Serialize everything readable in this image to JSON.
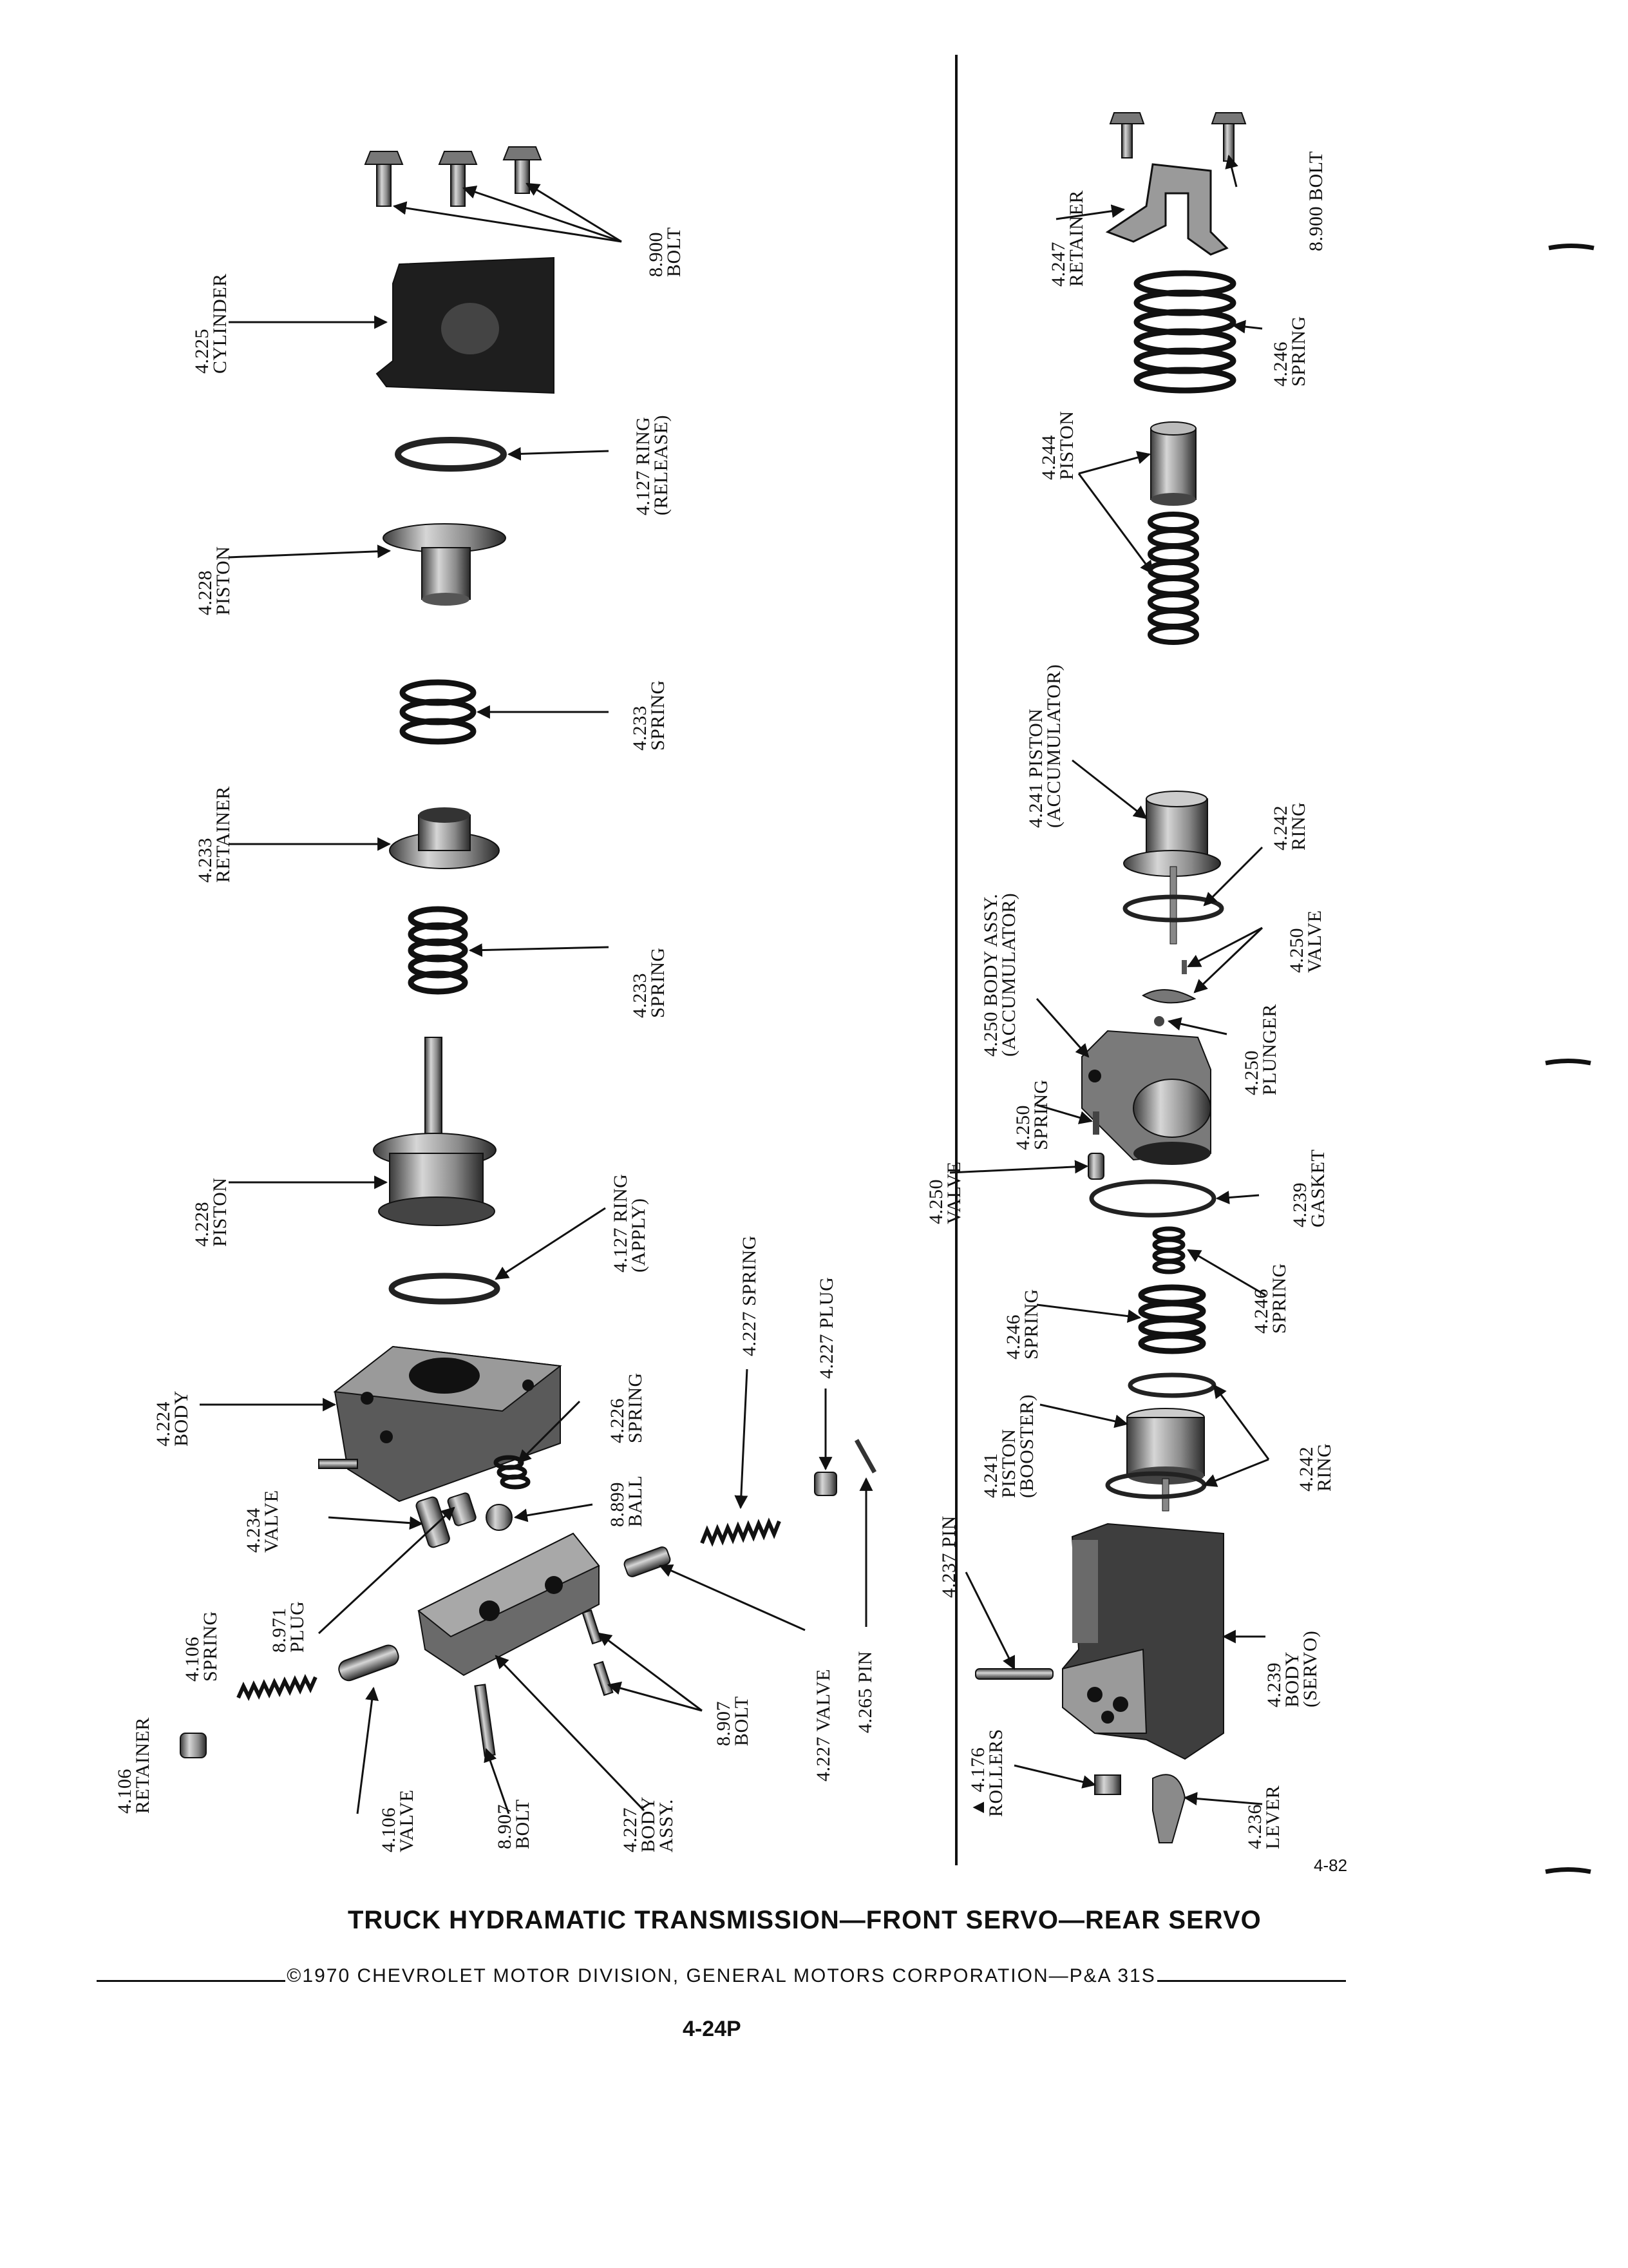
{
  "labels": {
    "bolt_8900_left": [
      "8.900",
      "BOLT"
    ],
    "cylinder_4225": [
      "4.225",
      "CYLINDER"
    ],
    "ring_4127_release": [
      "4.127 RING",
      "(RELEASE)"
    ],
    "piston_4228_top": [
      "4.228",
      "PISTON"
    ],
    "spring_4233_a": [
      "4.233",
      "SPRING"
    ],
    "retainer_4233": [
      "4.233",
      "RETAINER"
    ],
    "spring_4233_b": [
      "4.233",
      "SPRING"
    ],
    "piston_4228_bottom": [
      "4.228",
      "PISTON"
    ],
    "ring_4127_apply": [
      "4.127 RING",
      "(APPLY)"
    ],
    "body_4224": [
      "4.224",
      "BODY"
    ],
    "spring_4226": [
      "4.226",
      "SPRING"
    ],
    "ball_8899": [
      "8.899",
      "BALL"
    ],
    "valve_4234": [
      "4.234",
      "VALVE"
    ],
    "plug_8971": [
      "8.971",
      "PLUG"
    ],
    "spring_4227": [
      "4.227 SPRING"
    ],
    "plug_4227": [
      "4.227 PLUG"
    ],
    "spring_4106": [
      "4.106",
      "SPRING"
    ],
    "retainer_4106": [
      "4.106",
      "RETAINER"
    ],
    "valve_4106": [
      "4.106",
      "VALVE"
    ],
    "bolt_8907_a": [
      "8.907",
      "BOLT"
    ],
    "bolt_8907_b": [
      "8.907",
      "BOLT"
    ],
    "body_assy_4227": [
      "4.227",
      "BODY",
      "ASSY."
    ],
    "valve_4227": [
      "4.227 VALVE"
    ],
    "pin_4265": [
      "4.265 PIN"
    ],
    "retainer_4247": [
      "4.247",
      "RETAINER"
    ],
    "bolt_8900_right": [
      "8.900 BOLT"
    ],
    "spring_4246_top": [
      "4.246",
      "SPRING"
    ],
    "piston_4244": [
      "4.244",
      "PISTON"
    ],
    "piston_4241_accum": [
      "4.241 PISTON",
      "(ACCUMULATOR)"
    ],
    "ring_4242_top": [
      "4.242",
      "RING"
    ],
    "body_assy_4250": [
      "4.250 BODY ASSY.",
      "(ACCUMULATOR)"
    ],
    "valve_4250_right": [
      "4.250",
      "VALVE"
    ],
    "plunger_4250": [
      "4.250",
      "PLUNGER"
    ],
    "spring_4250": [
      "4.250",
      "SPRING"
    ],
    "valve_4250_left": [
      "4.250",
      "VALVE"
    ],
    "gasket_4239": [
      "4.239",
      "GASKET"
    ],
    "spring_4246_mid_left": [
      "4.246",
      "SPRING"
    ],
    "spring_4246_mid_right": [
      "4.246",
      "SPRING"
    ],
    "piston_4241_booster": [
      "4.241",
      "PISTON",
      "(BOOSTER)"
    ],
    "ring_4242_bottom": [
      "4.242",
      "RING"
    ],
    "pin_4237": [
      "4.237 PIN"
    ],
    "body_4239_servo": [
      "4.239",
      "BODY",
      "(SERVO)"
    ],
    "rollers_4176": [
      "▲ 4.176",
      "ROLLERS"
    ],
    "lever_4236": [
      "4.236",
      "LEVER"
    ]
  },
  "figure_ref": "4-82",
  "title": "TRUCK HYDRAMATIC TRANSMISSION—FRONT SERVO—REAR SERVO",
  "copyright": "©1970 CHEVROLET MOTOR DIVISION, GENERAL MOTORS CORPORATION—P&A 31S",
  "page_number": "4-24P"
}
